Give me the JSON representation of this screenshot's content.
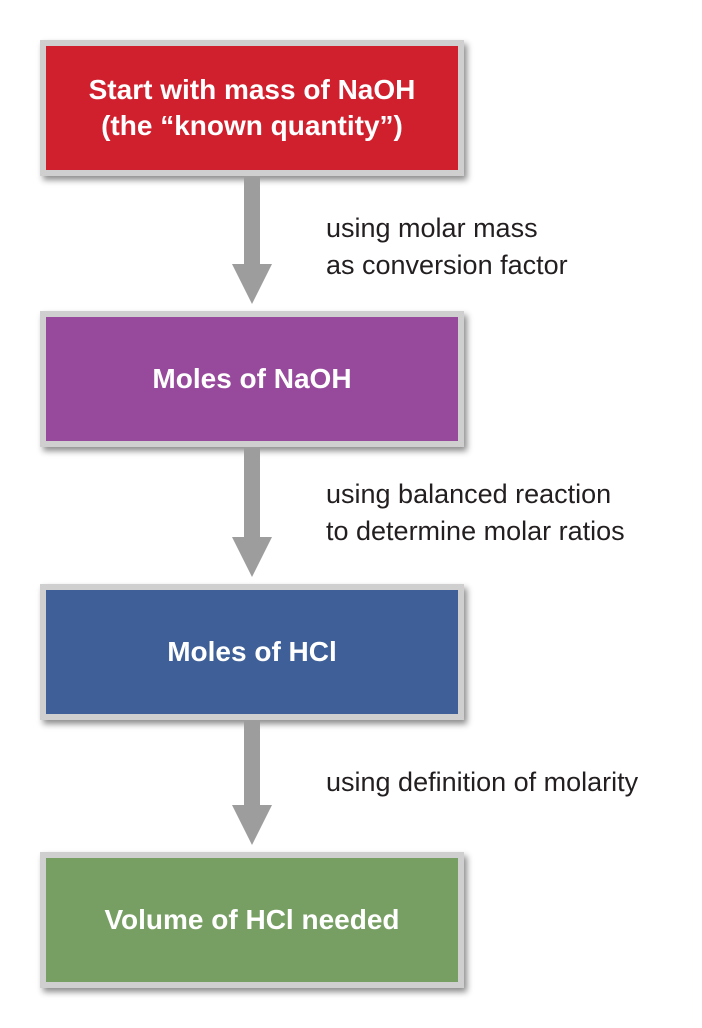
{
  "steps": [
    {
      "label": "Start with mass of NaOH\n(the “known quantity”)",
      "color": "#d0202e"
    },
    {
      "label": "Moles of NaOH",
      "color": "#974a9b"
    },
    {
      "label": "Moles of HCl",
      "color": "#3e5f97"
    },
    {
      "label": "Volume of HCl needed",
      "color": "#789f63"
    }
  ],
  "transitions": [
    {
      "label": "using molar mass\nas conversion factor"
    },
    {
      "label": "using balanced reaction\nto determine molar ratios"
    },
    {
      "label": "using definition of molarity"
    }
  ],
  "arrow_color": "#9d9d9d"
}
